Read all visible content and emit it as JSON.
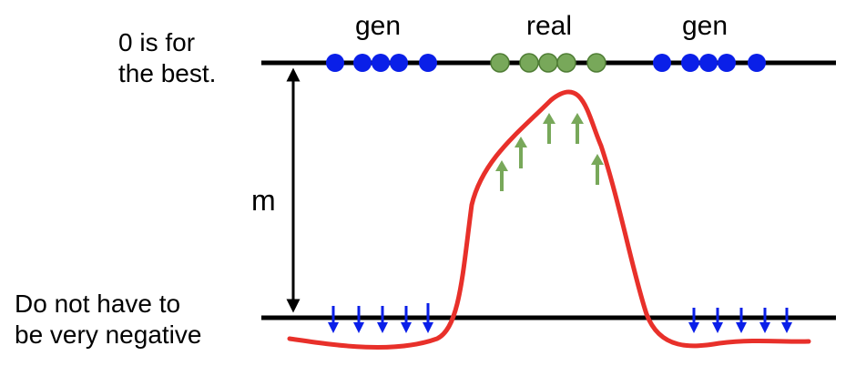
{
  "labels": {
    "top_left_line1": "0 is for",
    "top_left_line2": "the best.",
    "bottom_left_line1": "Do not have to",
    "bottom_left_line2": "be very negative",
    "margin": "m",
    "gen_left": "gen",
    "real": "real",
    "gen_right": "gen"
  },
  "colors": {
    "axis_line": "#000000",
    "gen_dots": "#0a1fe8",
    "real_dots": "#78a85a",
    "real_dots_stroke": "#4f7d35",
    "curve": "#e8302a",
    "up_arrows": "#78a85a",
    "down_arrows": "#0a1fe8"
  },
  "icons": {
    "margin_arrow": "double-headed-vertical-arrow",
    "gen_arrow": "down-arrow-icon",
    "real_arrow": "up-arrow-icon"
  }
}
